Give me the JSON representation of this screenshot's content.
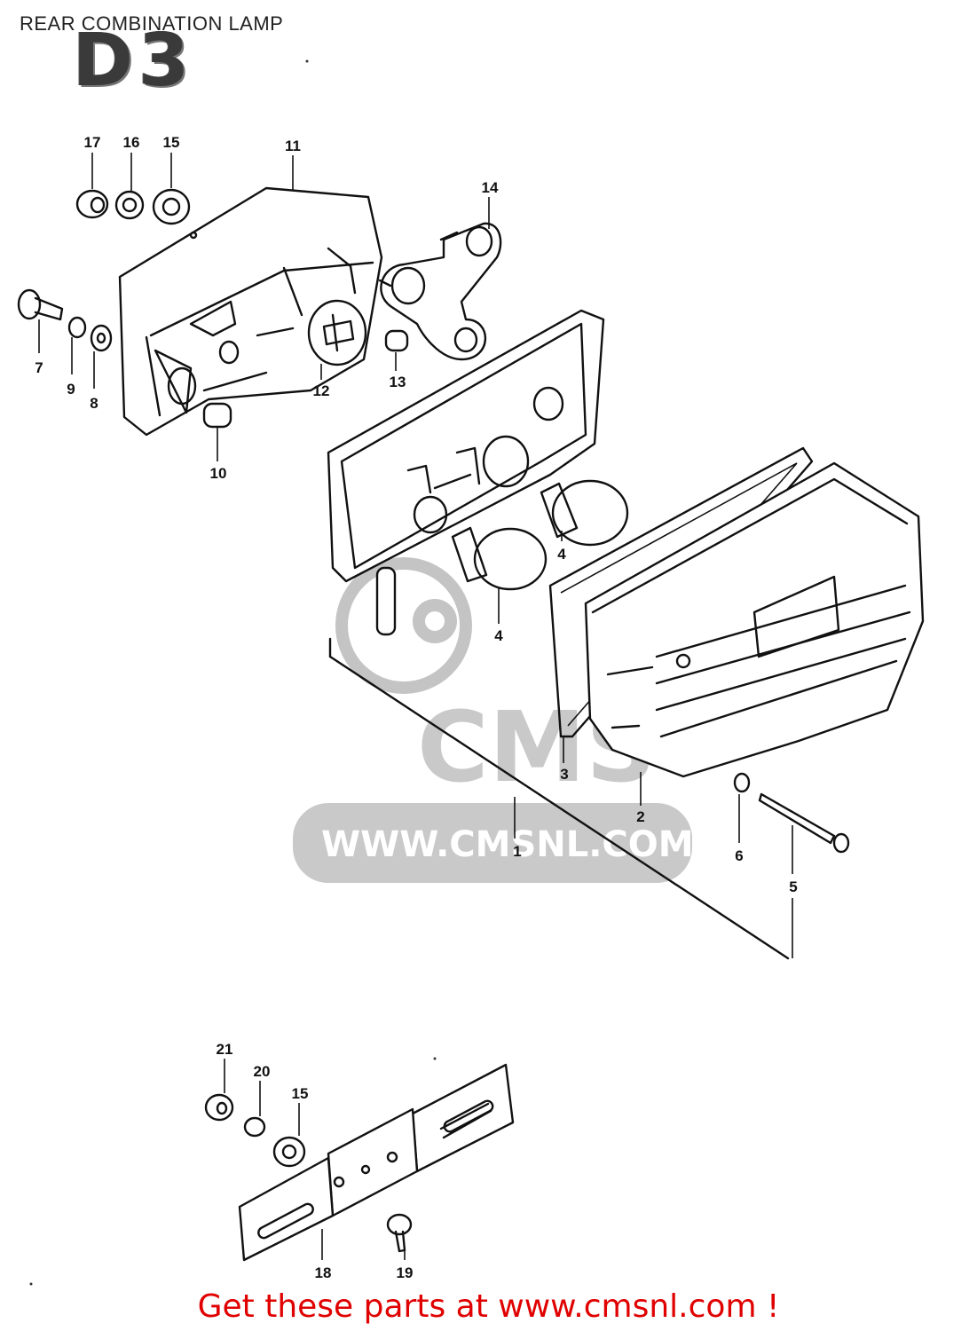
{
  "header": {
    "title": "REAR COMBINATION LAMP",
    "section_code": "D3"
  },
  "watermark": {
    "url": "WWW.CMSNL.COM",
    "logo_text": "CMS"
  },
  "callouts": [
    {
      "id": "p17",
      "label": "17"
    },
    {
      "id": "p16",
      "label": "16"
    },
    {
      "id": "p15a",
      "label": "15"
    },
    {
      "id": "p11",
      "label": "11"
    },
    {
      "id": "p14",
      "label": "14"
    },
    {
      "id": "p7",
      "label": "7"
    },
    {
      "id": "p9",
      "label": "9"
    },
    {
      "id": "p8",
      "label": "8"
    },
    {
      "id": "p12",
      "label": "12"
    },
    {
      "id": "p13",
      "label": "13"
    },
    {
      "id": "p10",
      "label": "10"
    },
    {
      "id": "p4a",
      "label": "4"
    },
    {
      "id": "p4b",
      "label": "4"
    },
    {
      "id": "p3",
      "label": "3"
    },
    {
      "id": "p2",
      "label": "2"
    },
    {
      "id": "p1",
      "label": "1"
    },
    {
      "id": "p6",
      "label": "6"
    },
    {
      "id": "p5",
      "label": "5"
    },
    {
      "id": "p21",
      "label": "21"
    },
    {
      "id": "p20",
      "label": "20"
    },
    {
      "id": "p15b",
      "label": "15"
    },
    {
      "id": "p18",
      "label": "18"
    },
    {
      "id": "p19",
      "label": "19"
    }
  ],
  "footer": {
    "cta": "Get these parts at www.cmsnl.com !",
    "cta_color": "#e00000"
  }
}
